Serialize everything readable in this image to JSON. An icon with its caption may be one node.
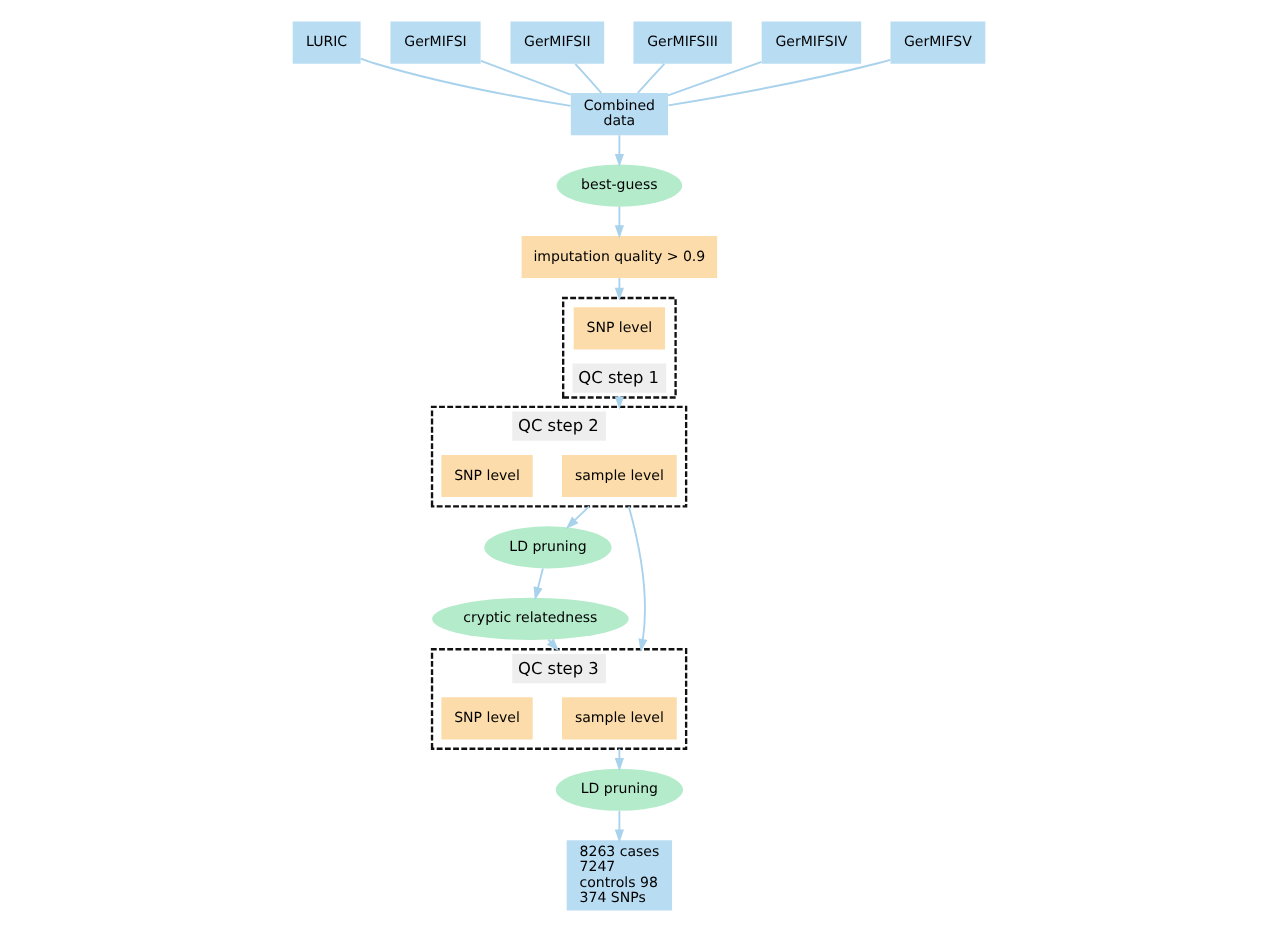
{
  "diagram": {
    "nodes": [
      {
        "text": [
          "LURIC"
        ]
      },
      {
        "text": [
          "GerMIFSI"
        ]
      },
      {
        "text": [
          "GerMIFSII"
        ]
      },
      {
        "text": [
          "GerMIFSIII"
        ]
      },
      {
        "text": [
          "GerMIFSIV"
        ]
      },
      {
        "text": [
          "GerMIFSV"
        ]
      },
      {
        "text": [
          "Combined data"
        ]
      },
      {
        "text": [
          "best-guess"
        ]
      },
      {
        "text": [
          "imputation quality > 0.9"
        ]
      },
      {
        "text": [
          "QC step 1"
        ]
      },
      {
        "text": [
          "SNP level"
        ],
        "in": 9
      },
      {
        "text": [
          "QC step 2"
        ]
      },
      {
        "text": [
          "sample level"
        ],
        "in": 11
      },
      {
        "text": [
          "SNP level"
        ],
        "in": 11
      },
      {
        "text": [
          "LD pruning"
        ]
      },
      {
        "text": [
          "cryptic relatedness"
        ]
      },
      {
        "text": [
          "QC step 3"
        ]
      },
      {
        "text": [
          "sample level"
        ],
        "in": 16
      },
      {
        "text": [
          "SNP level"
        ],
        "in": 16
      },
      {
        "text": [
          "LD pruning"
        ]
      },
      {
        "text": [
          "8263 cases 7247 controls 98 374 SNPs"
        ]
      }
    ],
    "edges": [
      {
        "from": 0,
        "to": 6,
        "arrow": "none"
      },
      {
        "from": 1,
        "to": 6,
        "arrow": "none"
      },
      {
        "from": 2,
        "to": 6,
        "arrow": "none"
      },
      {
        "from": 3,
        "to": 6,
        "arrow": "none"
      },
      {
        "from": 4,
        "to": 6,
        "arrow": "none"
      },
      {
        "from": 5,
        "to": 6,
        "arrow": "none"
      },
      {
        "from": 6,
        "to": 7,
        "arrow": "to"
      },
      {
        "from": 7,
        "to": 8,
        "arrow": "to"
      },
      {
        "from": 8,
        "to": 9,
        "arrow": "to"
      },
      {
        "from": 9,
        "to": 11,
        "arrow": "to"
      },
      {
        "from": 11,
        "to": 14,
        "arrow": "to"
      },
      {
        "from": 14,
        "to": 15,
        "arrow": "to"
      },
      {
        "from": 11,
        "to": 16,
        "arrow": "to"
      },
      {
        "from": 15,
        "to": 16,
        "arrow": "to",
        "style": "dashed"
      },
      {
        "from": 16,
        "to": 19,
        "arrow": "to"
      },
      {
        "from": 19,
        "to": 20,
        "arrow": "to"
      }
    ]
  }
}
